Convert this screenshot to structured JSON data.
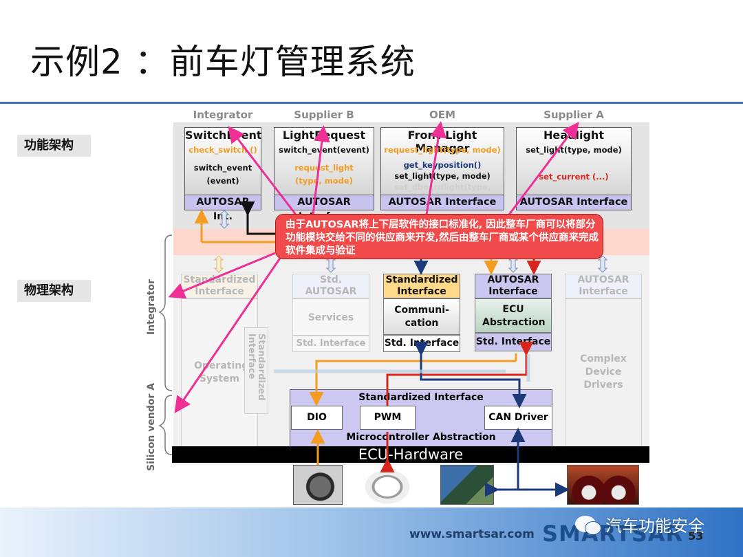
{
  "slide": {
    "title": "示例2 ：前车灯管理系统",
    "page_number": "53"
  },
  "side_labels": {
    "functional": "功能架构",
    "physical": "物理架构"
  },
  "column_headers": [
    "Integrator",
    "Supplier B",
    "OEM",
    "Supplier A"
  ],
  "components": [
    {
      "title": "SwitchEvent",
      "lines": [
        "check_switch ()",
        "switch_event",
        "(event)"
      ],
      "port": "AUTOSAR Int."
    },
    {
      "title": "LightRequest",
      "lines": [
        "switch_event(event)",
        "request_light",
        "(type, mode)"
      ],
      "port": "AUTOSAR Interface"
    },
    {
      "title": "Front-Light Manager",
      "lines": [
        "request_light(type, mode)",
        "get_keyposition()",
        "set_light(type, mode)",
        "set_dboardlight(type, mode)"
      ],
      "port": "AUTOSAR Interface"
    },
    {
      "title": "Headlight",
      "lines": [
        "set_light(type, mode)",
        "set_current (...)"
      ],
      "port": "AUTOSAR Interface"
    }
  ],
  "callout": "由于AUTOSAR将上下层软件的接口标准化, 因此整车厂商可以将部分功能模块交给不同的供应商来开发,然后由整车厂商或某个供应商来完成软件集成与验证",
  "bsw": {
    "std_interface_left": "Standardized Interface",
    "operating_system": "Operating System",
    "std_interface_vertical": "Standardized Interface",
    "std_autosar_interface": "Std. AUTOSAR Interface",
    "services": "Services",
    "std_interface": "Std. Interface",
    "comm_std_interface": "Standardized Interface",
    "communication": "Communi- cation",
    "comm_bottom": "Std. Interface",
    "ecu_autosar_interface": "AUTOSAR Interface",
    "ecu_abstraction": "ECU Abstraction",
    "ecu_bottom": "Std. Interface",
    "cdd_autosar_interface": "AUTOSAR Interface",
    "complex_device_drivers": "Complex Device Drivers",
    "mcal_title": "Standardized Interface",
    "drivers": [
      "DIO",
      "PWM",
      "CAN Driver"
    ],
    "mcal_footer": "Microcontroller Abstraction",
    "hardware": "ECU-Hardware"
  },
  "vertical_labels": {
    "integrator": "Integrator",
    "silicon_vendor": "Silicon vendor A"
  },
  "footer": {
    "url": "www.smartsar.com",
    "logo": "SMARTSAR",
    "watermark": "汽车功能安全"
  },
  "colors": {
    "title_rule": "#3b6fb6",
    "callout": "#f04a4a",
    "annotation_arrows": "#ee2f95",
    "orange_signal": "#f39c22",
    "red_signal": "#d7261e",
    "navy_signal": "#1c3a7a"
  }
}
